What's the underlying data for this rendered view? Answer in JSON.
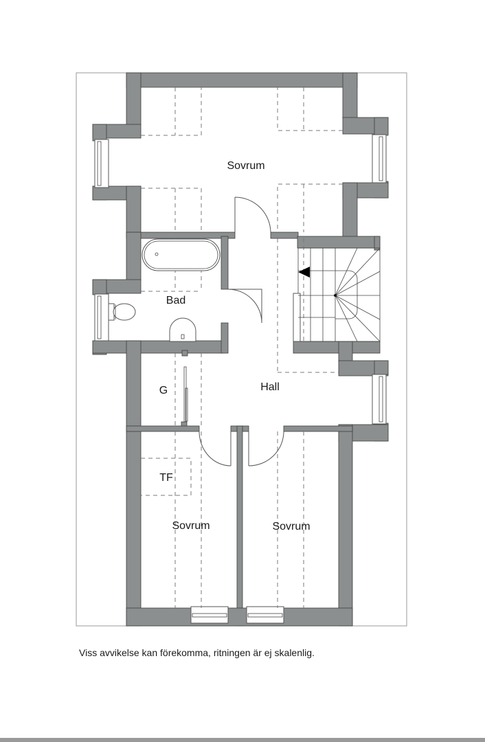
{
  "floorplan": {
    "rooms": [
      {
        "id": "sovrum-top",
        "label": "Sovrum"
      },
      {
        "id": "bad",
        "label": "Bad"
      },
      {
        "id": "g",
        "label": "G"
      },
      {
        "id": "hall",
        "label": "Hall"
      },
      {
        "id": "tf",
        "label": "TF"
      },
      {
        "id": "sovrum-bottom-left",
        "label": "Sovrum"
      },
      {
        "id": "sovrum-bottom-right",
        "label": "Sovrum"
      }
    ],
    "fixtures": [
      "bathtub-icon",
      "toilet-icon",
      "sink-icon",
      "staircase-icon",
      "stair-direction-arrow-icon"
    ],
    "colors": {
      "wall": "#8c8f8f",
      "wall_outline": "#3d3d3d",
      "background": "#ffffff",
      "dashed": "#7a7a7a"
    }
  },
  "footer": {
    "disclaimer": "Viss avvikelse kan förekomma, ritningen är ej skalenlig."
  }
}
